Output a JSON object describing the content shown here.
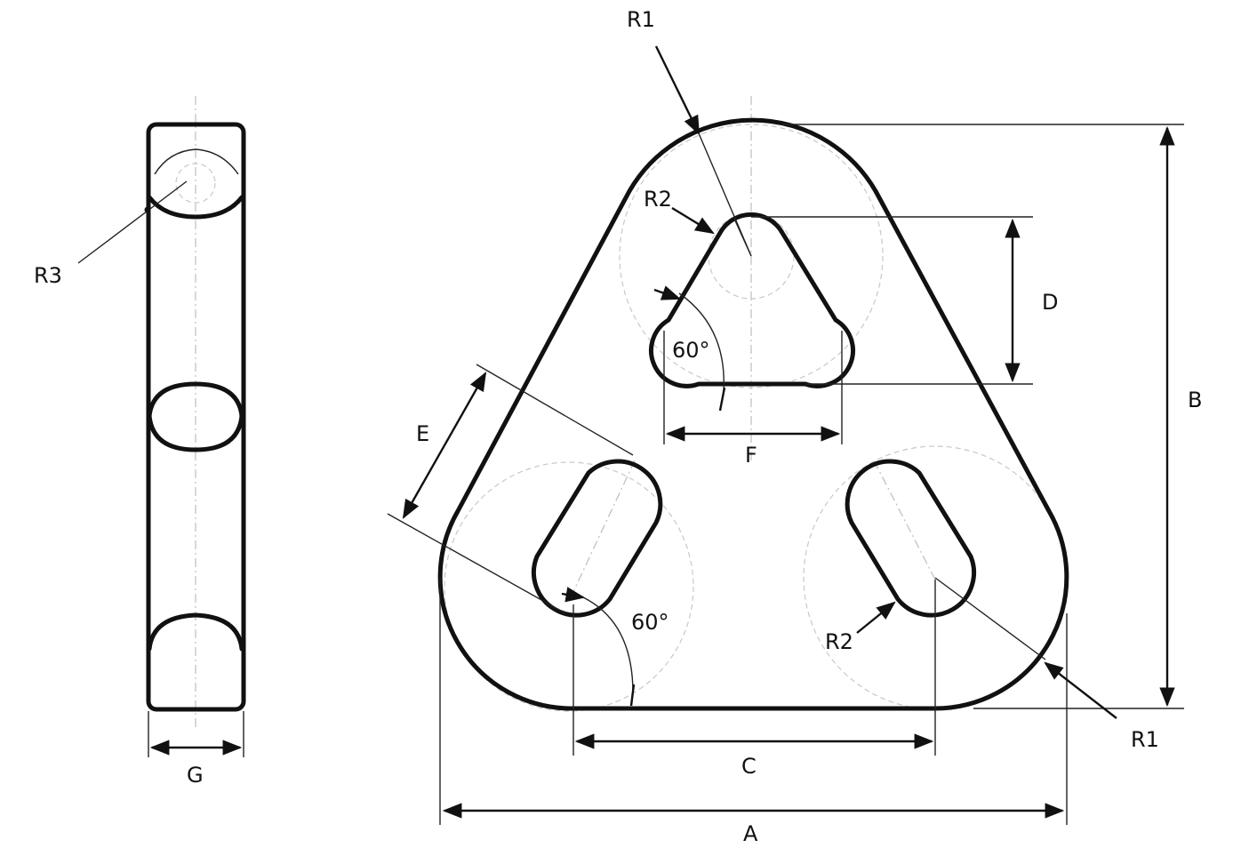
{
  "side_view": {
    "radius_label": "R3",
    "width_label": "G"
  },
  "front_view": {
    "top_radius_label": "R1",
    "bottom_radius_label": "R1",
    "upper_slot_radius_label": "R2",
    "right_slot_radius_label": "R2",
    "upper_angle_label": "60°",
    "lower_angle_label": "60°"
  },
  "dimensions": {
    "a": "A",
    "b": "B",
    "c": "C",
    "d": "D",
    "e": "E",
    "f": "F"
  },
  "colors": {
    "line": "#111111",
    "construction": "#bdbdbd",
    "background": "#ffffff"
  }
}
